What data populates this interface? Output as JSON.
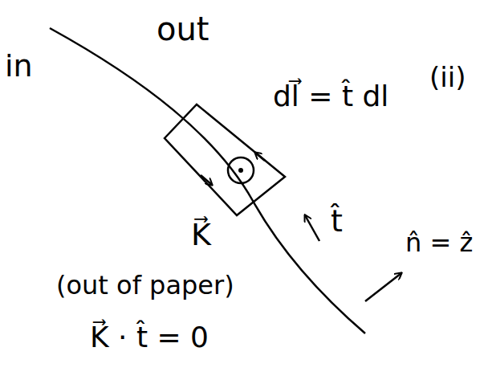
{
  "diagram": {
    "labels": [
      "in",
      "out",
      "dl⃗ = t̂ dl",
      "(ii)",
      "K⃗",
      "(out of paper)",
      "K⃗ · t̂ = 0",
      "t̂",
      "n̂ = ẑ"
    ]
  }
}
